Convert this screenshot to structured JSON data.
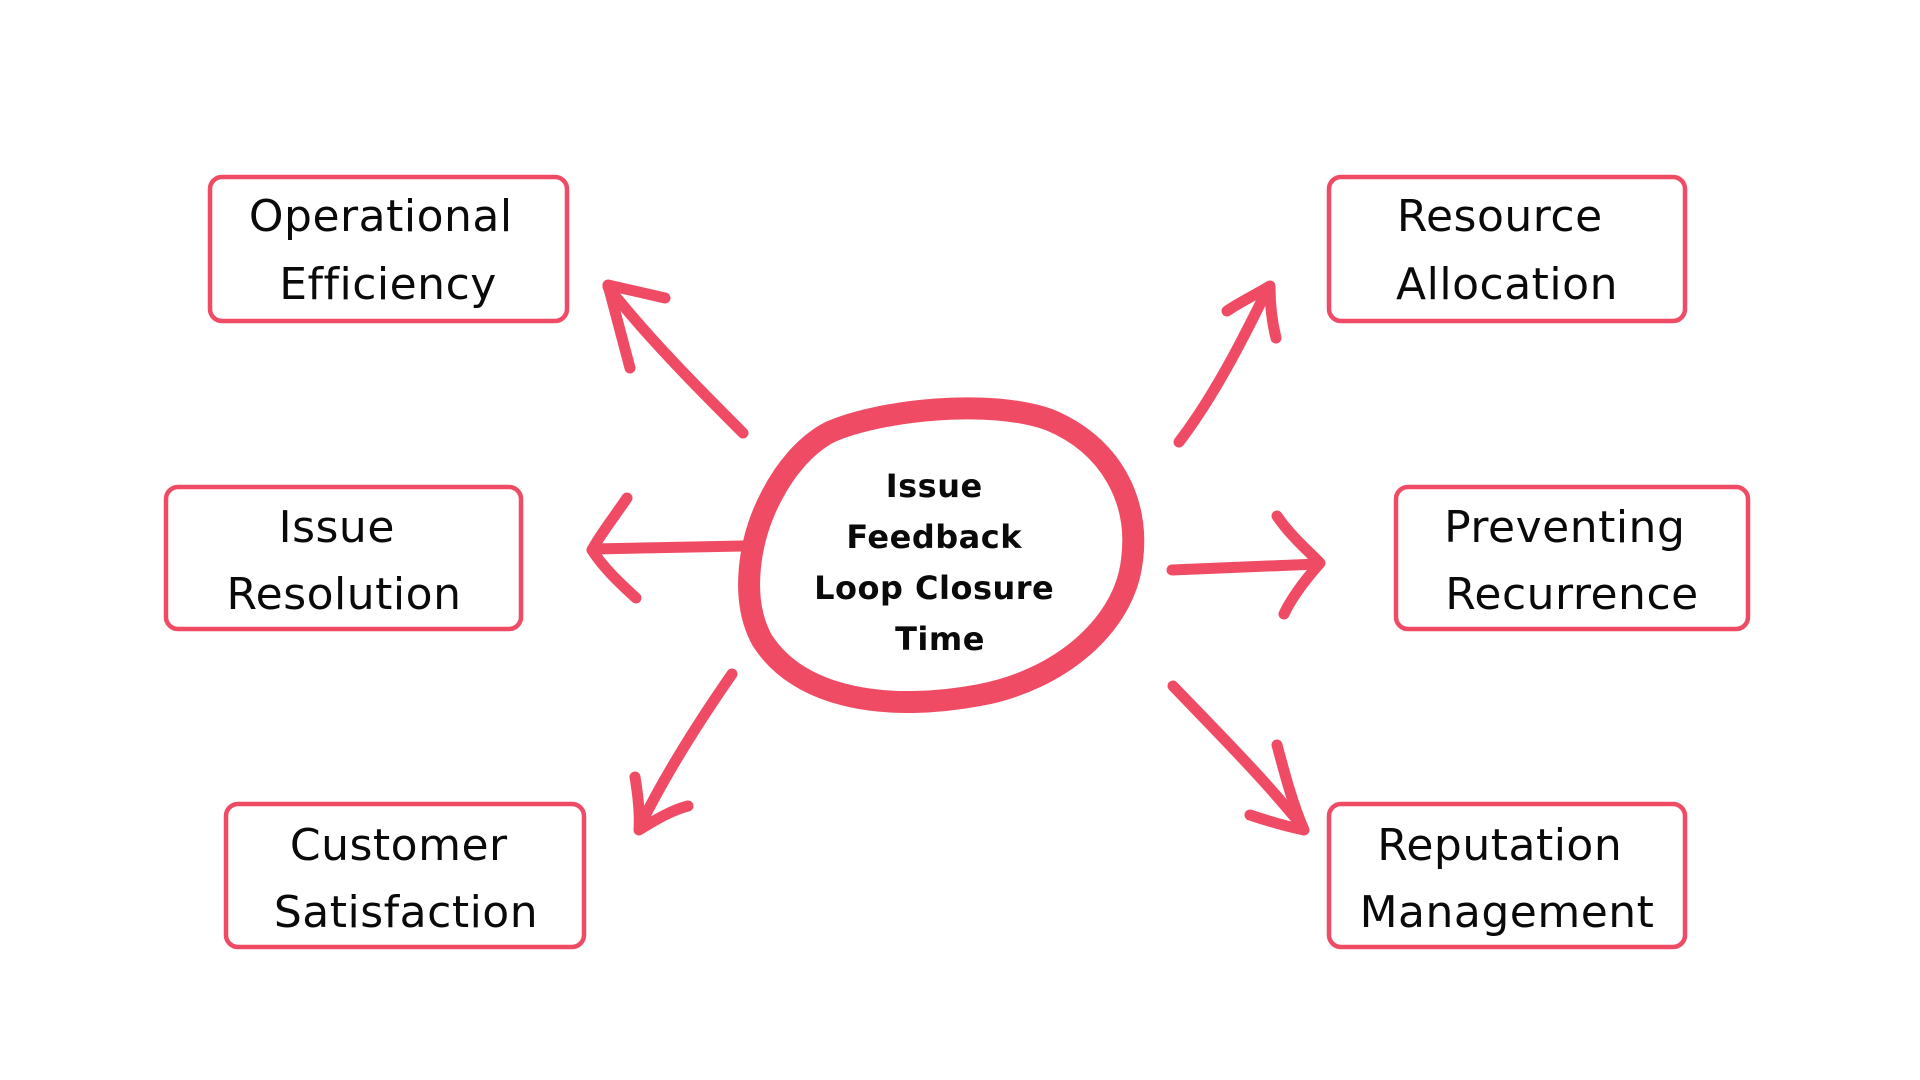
{
  "diagram": {
    "accent_color": "#EF4B65",
    "text_color": "#0a0a0a",
    "center": {
      "lines": [
        "Issue",
        "Feedback",
        "Loop Closure",
        "Time"
      ]
    },
    "nodes": [
      {
        "id": "operational-efficiency",
        "lines": [
          "Operational",
          "Efficiency"
        ],
        "direction": "up-left"
      },
      {
        "id": "issue-resolution",
        "lines": [
          "Issue",
          "Resolution"
        ],
        "direction": "left"
      },
      {
        "id": "customer-satisfaction",
        "lines": [
          "Customer",
          "Satisfaction"
        ],
        "direction": "down-left"
      },
      {
        "id": "resource-allocation",
        "lines": [
          "Resource",
          "Allocation"
        ],
        "direction": "up-right"
      },
      {
        "id": "preventing-recurrence",
        "lines": [
          "Preventing",
          "Recurrence"
        ],
        "direction": "right"
      },
      {
        "id": "reputation-management",
        "lines": [
          "Reputation",
          "Management"
        ],
        "direction": "down-right"
      }
    ]
  }
}
